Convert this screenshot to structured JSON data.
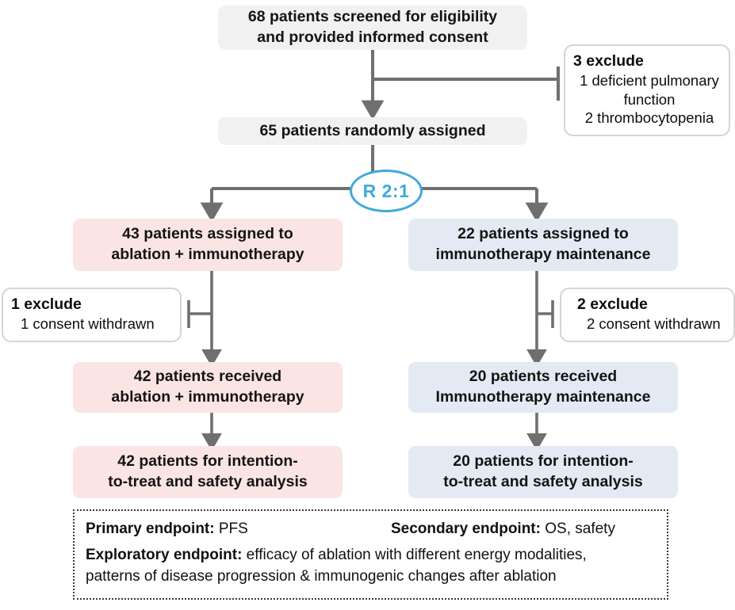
{
  "diagram": {
    "title": "CONSORT patient flow diagram",
    "colors": {
      "screening_box": "#f1f1f1",
      "ablation_arm": "#fbe4e4",
      "immunotherapy_arm": "#e3eaf4",
      "randomization_accent": "#41a9dc",
      "connector": "#6f6f6f",
      "exclusion_border": "#d4d4d4"
    }
  },
  "nodes": {
    "screening": {
      "line1": "68 patients screened for eligibility",
      "line2": "and provided informed consent"
    },
    "randomized": {
      "line1": "65 patients randomly assigned"
    },
    "randomization_badge": {
      "label": "R 2:1"
    },
    "arm_ablation_assigned": {
      "line1": "43 patients assigned to",
      "line2": "ablation + immunotherapy"
    },
    "arm_immuno_assigned": {
      "line1": "22 patients assigned to",
      "line2": "immunotherapy maintenance"
    },
    "arm_ablation_received": {
      "line1": "42 patients received",
      "line2": "ablation + immunotherapy"
    },
    "arm_immuno_received": {
      "line1": "20 patients received",
      "line2": "Immunotherapy maintenance"
    },
    "arm_ablation_analysis": {
      "line1": "42 patients for intention-",
      "line2": "to-treat and safety analysis"
    },
    "arm_immuno_analysis": {
      "line1": "20 patients for intention-",
      "line2": "to-treat and safety analysis"
    }
  },
  "exclusions": {
    "screening": {
      "title": "3 exclude",
      "item1": "1 deficient pulmonary",
      "item2": "function",
      "item3": "2 thrombocytopenia"
    },
    "ablation_arm": {
      "title": "1 exclude",
      "item1": "1 consent withdrawn"
    },
    "immuno_arm": {
      "title": "2 exclude",
      "item1": "2 consent withdrawn"
    }
  },
  "endpoints": {
    "primary_label": "Primary endpoint:",
    "primary_value": " PFS",
    "secondary_label": "Secondary endpoint:",
    "secondary_value": " OS, safety",
    "exploratory_label": "Exploratory endpoint:",
    "exploratory_value": " efficacy of ablation with different energy modalities,",
    "exploratory_value_line2": "patterns of disease progression & immunogenic changes after ablation"
  }
}
